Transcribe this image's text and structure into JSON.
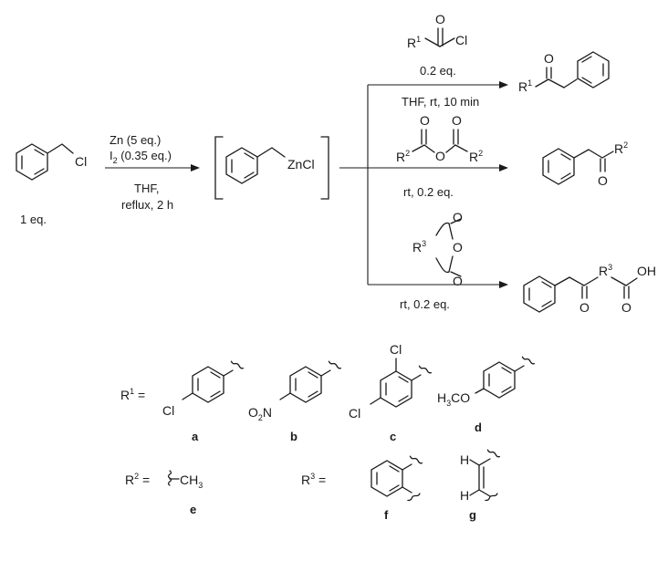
{
  "reactant": {
    "atom": "Cl",
    "amount": "1 eq."
  },
  "step1": {
    "reagent1": "Zn (5 eq.)",
    "reagent2_prefix": "I",
    "reagent2_sub": "2",
    "reagent2_rest": " (0.35 eq.)",
    "solvent": "THF,",
    "conditions": "reflux, 2 h"
  },
  "intermediate": {
    "group": "ZnCl"
  },
  "branch_acyl_chloride": {
    "r": "R",
    "r_sup": "1",
    "carbonyl_o": "O",
    "cl": "Cl",
    "amount": "0.2 eq.",
    "conditions": "THF, rt, 10 min",
    "product_r": "R",
    "product_sup": "1",
    "product_o": "O"
  },
  "branch_anhydride": {
    "r_left": "R",
    "r_left_sup": "2",
    "r_right": "R",
    "r_right_sup": "2",
    "o1": "O",
    "o2": "O",
    "o_bridge": "O",
    "conditions": "rt, 0.2 eq.",
    "product_r": "R",
    "product_sup": "2",
    "product_o": "O"
  },
  "branch_cyclic_anhydride": {
    "r": "R",
    "r_sup": "3",
    "o1": "O",
    "o_ring": "O",
    "o2": "O",
    "conditions": "rt, 0.2 eq.",
    "product_r": "R",
    "product_sup": "3",
    "product_o1": "O",
    "product_o2": "O",
    "product_oh": "OH"
  },
  "legend": {
    "r1_label": "R",
    "r1_sup": "1",
    "equals": " =",
    "a_sub": "Cl",
    "a_letter": "a",
    "b_o": "O",
    "b_sub": "2",
    "b_n": "N",
    "b_letter": "b",
    "c_sub_top": "Cl",
    "c_sub_bottom": "Cl",
    "c_letter": "c",
    "d_h": "H",
    "d_sub": "3",
    "d_rest": "CO",
    "d_letter": "d",
    "r2_label": "R",
    "r2_sup": "2",
    "e_group": "CH",
    "e_sub": "3",
    "e_letter": "e",
    "r3_label": "R",
    "r3_sup": "3",
    "f_letter": "f",
    "g_h1": "H",
    "g_h2": "H",
    "g_letter": "g"
  },
  "colors": {
    "ink": "#1a1a1a",
    "background": "#ffffff"
  }
}
